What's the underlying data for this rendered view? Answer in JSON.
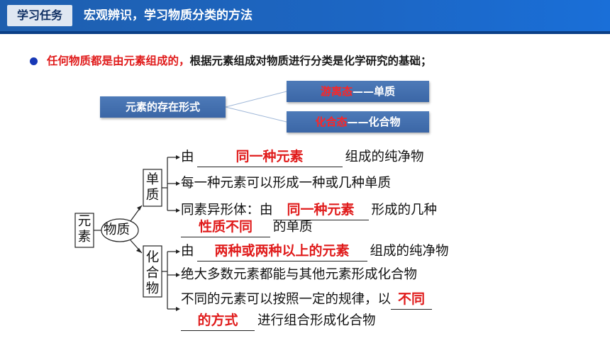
{
  "header": {
    "tag": "学习任务",
    "title": "宏观辨识，学习物质分类的方法"
  },
  "bullet": {
    "highlight": "任何物质都是由元素组成的，",
    "rest": "根据元素组成对物质进行分类是化学研究的基础；"
  },
  "diagram": {
    "main_box": "元素的存在形式",
    "free_state": "游离态",
    "free_result": "——单质",
    "combined_state": "化合态",
    "combined_result": "——化合物"
  },
  "tree": {
    "root": "元素",
    "hub": "物质",
    "branch1": "单质",
    "branch2": "化合物",
    "b1_line1_pre": "由",
    "b1_line1_ans": "同一种元素",
    "b1_line1_post": "组成的纯净物",
    "b1_line2": "每一种元素可以形成一种或几种单质",
    "b1_line3_pre": "同素异形体：由",
    "b1_line3_ans": "同一种元素",
    "b1_line3_post": "形成的几种",
    "b1_line4_ans": "性质不同",
    "b1_line4_post": "的单质",
    "b2_line1_pre": "由",
    "b2_line1_ans": "两种或两种以上的元素",
    "b2_line1_post": "组成的纯净物",
    "b2_line2": "绝大多数元素都能与其他元素形成化合物",
    "b2_line3_pre": "不同的元素可以按照一定的规律，以",
    "b2_line3_ans": "不同",
    "b2_line4_ans": "的方式",
    "b2_line4_post": "进行组合形成化合物"
  }
}
